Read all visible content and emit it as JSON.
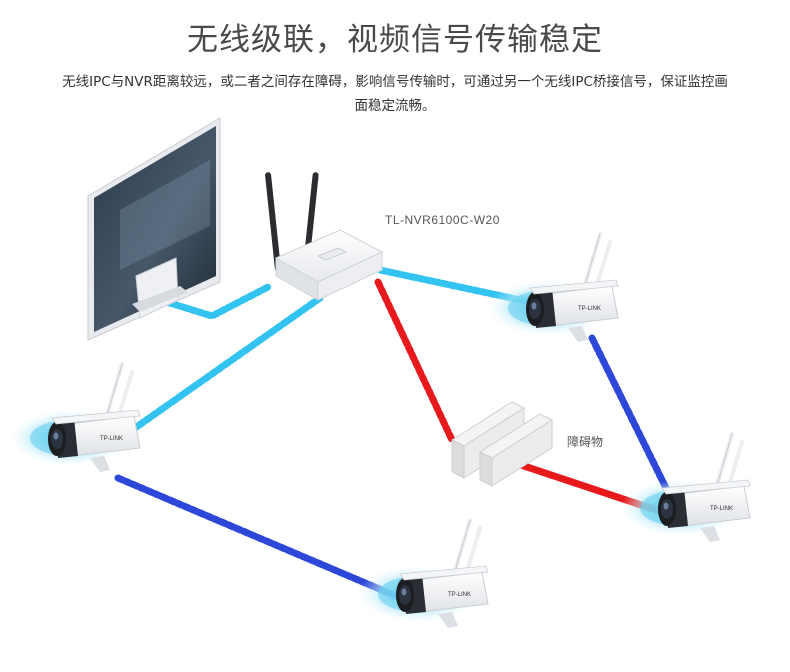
{
  "title": "无线级联，视频信号传输稳定",
  "description": "无线IPC与NVR距离较远，或二者之间存在障碍，影响信号传输时，可通过另一个无线IPC桥接信号，保证监控画面稳定流畅。",
  "labels": {
    "nvr_model": "TL-NVR6100C-W20",
    "obstacle": "障碍物"
  },
  "camera_brand": "TP-LINK",
  "colors": {
    "link_light_blue": "#33c3f0",
    "link_dark_blue": "#2d47d8",
    "link_red": "#e8191d",
    "ripple": "#4cc6ea",
    "title": "#4a4a4a"
  },
  "nodes": [
    {
      "id": "monitor",
      "kind": "monitor"
    },
    {
      "id": "nvr",
      "kind": "wireless-nvr"
    },
    {
      "id": "cam-right-top",
      "kind": "wireless-ipc"
    },
    {
      "id": "cam-right-bottom",
      "kind": "wireless-ipc"
    },
    {
      "id": "cam-left",
      "kind": "wireless-ipc"
    },
    {
      "id": "cam-bottom",
      "kind": "wireless-ipc"
    },
    {
      "id": "obstacle",
      "kind": "wall"
    }
  ],
  "links": [
    {
      "from": "monitor",
      "to": "nvr",
      "style": "light-blue"
    },
    {
      "from": "nvr",
      "to": "cam-right-top",
      "style": "light-blue"
    },
    {
      "from": "nvr",
      "to": "cam-left",
      "style": "light-blue"
    },
    {
      "from": "cam-right-top",
      "to": "cam-right-bottom",
      "style": "dark-blue"
    },
    {
      "from": "cam-left",
      "to": "cam-bottom",
      "style": "dark-blue"
    },
    {
      "from": "nvr",
      "to": "obstacle",
      "style": "red"
    },
    {
      "from": "obstacle",
      "to": "cam-right-bottom",
      "style": "red"
    }
  ]
}
